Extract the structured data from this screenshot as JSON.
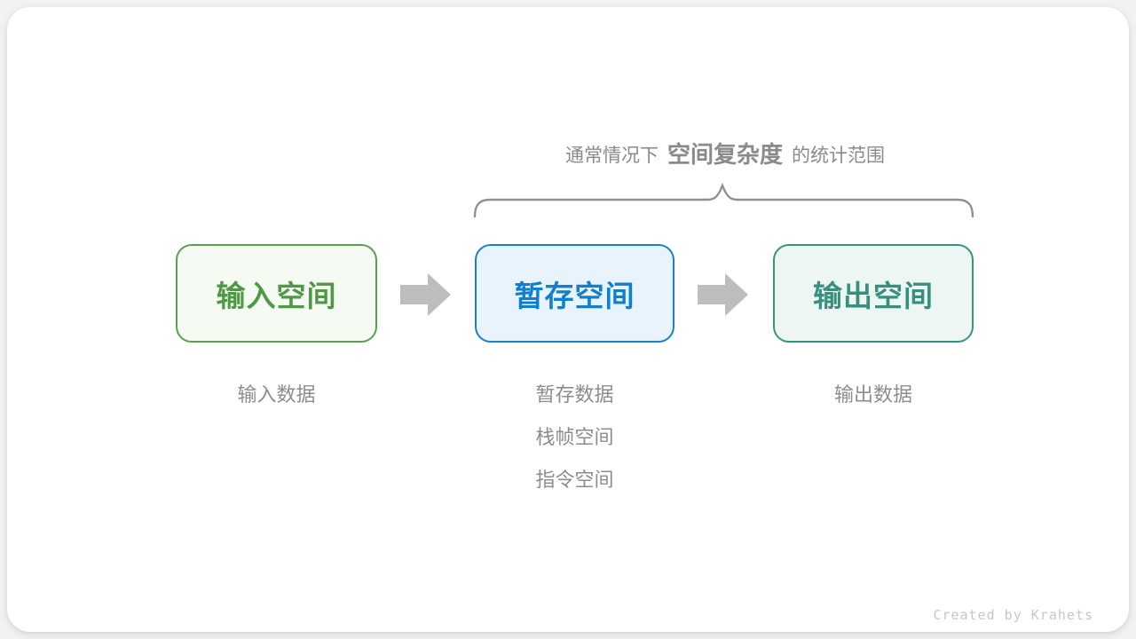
{
  "caption": {
    "prefix": "通常情况下",
    "highlight": "空间复杂度",
    "suffix": "的统计范围",
    "color": "#8a8a8a"
  },
  "brace": {
    "color": "#909090"
  },
  "boxes": [
    {
      "id": "input",
      "label": "输入空间",
      "border_color": "#5ba050",
      "bg_color": "#f5faf2",
      "text_color": "#4e9a44",
      "notes": [
        "输入数据"
      ]
    },
    {
      "id": "temp",
      "label": "暂存空间",
      "border_color": "#1980cb",
      "bg_color": "#e9f3fc",
      "text_color": "#0f7fce",
      "notes": [
        "暂存数据",
        "栈帧空间",
        "指令空间"
      ]
    },
    {
      "id": "output",
      "label": "输出空间",
      "border_color": "#3b9181",
      "bg_color": "#edf6f3",
      "text_color": "#37907e",
      "notes": [
        "输出数据"
      ]
    }
  ],
  "arrows": {
    "color": "#bdbdbd"
  },
  "credit": {
    "text": "Created by Krahets"
  }
}
